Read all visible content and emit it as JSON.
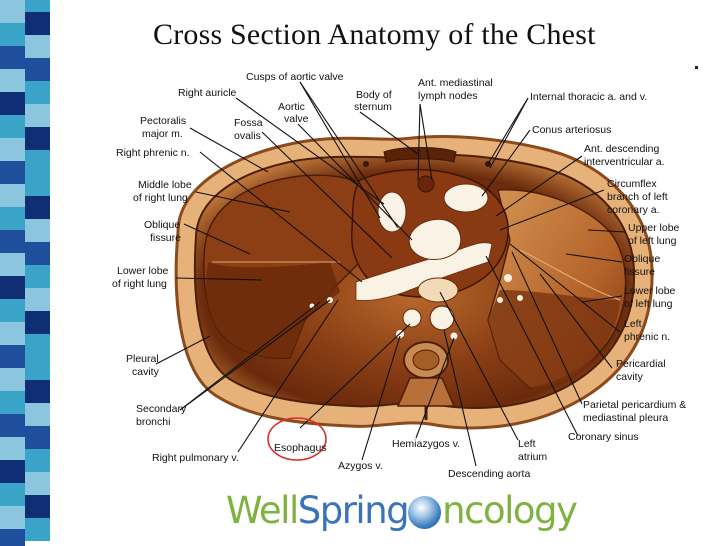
{
  "slide": {
    "title": "Cross Section Anatomy of the Chest",
    "logo": {
      "part1": "Well",
      "part2": "Spring",
      "part3": "ncology",
      "globe_icon": "globe-o-icon"
    }
  },
  "colors": {
    "strip_light": "#8cc6de",
    "strip_teal": "#3aa3c8",
    "strip_blue": "#1f4f9c",
    "strip_navy": "#0f2e73",
    "tissue_dark": "#6e2d0d",
    "tissue_mid": "#a8541c",
    "tissue_light": "#d08c4c",
    "esophagus_circle": "#d9302a",
    "logo_green": "#7fb241",
    "logo_blue": "#3a73b8"
  },
  "labels": {
    "cusps_aortic_valve": "Cusps of aortic valve",
    "right_auricle": "Right auricle",
    "aortic_valve_1": "Aortic",
    "aortic_valve_2": "valve",
    "body_sternum_1": "Body of",
    "body_sternum_2": "sternum",
    "ant_mediastinal_1": "Ant. mediastinal",
    "ant_mediastinal_2": "lymph nodes",
    "internal_thoracic": "Internal thoracic a. and v.",
    "pectoralis_1": "Pectoralis",
    "pectoralis_2": "major m.",
    "fossa_ovalis_1": "Fossa",
    "fossa_ovalis_2": "ovalis",
    "conus_arteriosus": "Conus arteriosus",
    "right_phrenic": "Right phrenic n.",
    "ant_descending_1": "Ant. descending",
    "ant_descending_2": "interventricular a.",
    "middle_lobe_1": "Middle lobe",
    "middle_lobe_2": "of right lung",
    "circumflex_1": "Circumflex",
    "circumflex_2": "branch of left",
    "circumflex_3": "coronary a.",
    "oblique_fissure_r1": "Oblique",
    "oblique_fissure_r2": "fissure",
    "upper_lobe_left_1": "Upper lobe",
    "upper_lobe_left_2": "of left lung",
    "lower_lobe_right_1": "Lower lobe",
    "lower_lobe_right_2": "of right lung",
    "oblique_fissure_l1": "Oblique",
    "oblique_fissure_l2": "fissure",
    "lower_lobe_left_1": "Lower lobe",
    "lower_lobe_left_2": "of left lung",
    "left_phrenic_1": "Left",
    "left_phrenic_2": "phrenic n.",
    "pleural_cavity_1": "Pleural",
    "pleural_cavity_2": "cavity",
    "pericardial_cavity_1": "Pericardial",
    "pericardial_cavity_2": "cavity",
    "secondary_bronchi_1": "Secondary",
    "secondary_bronchi_2": "bronchi",
    "parietal_pericardium_1": "Parietal pericardium &",
    "parietal_pericardium_2": "mediastinal pleura",
    "coronary_sinus": "Coronary sinus",
    "esophagus": "Esophagus",
    "hemiazygos": "Hemiazygos v.",
    "left_atrium_1": "Left",
    "left_atrium_2": "atrium",
    "right_pulmonary": "Right pulmonary v.",
    "azygos": "Azygos v.",
    "descending_aorta": "Descending aorta"
  }
}
